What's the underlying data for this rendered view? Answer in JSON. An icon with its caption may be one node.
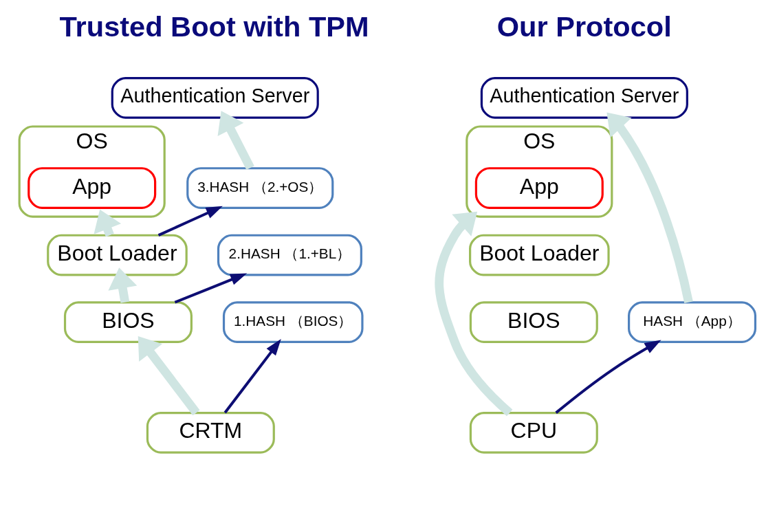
{
  "diagram": {
    "nodes": [
      {
        "text": [
          "Authentication Server"
        ]
      },
      {
        "text": [
          "OS"
        ]
      },
      {
        "text": [
          "App"
        ],
        "in": 1
      },
      {
        "text": [
          "Boot Loader"
        ]
      },
      {
        "text": [
          "BIOS"
        ]
      },
      {
        "text": [
          "CRTM"
        ]
      },
      {
        "text": [
          "3.HASH （2.+OS）"
        ]
      },
      {
        "text": [
          "2.HASH （1.+BL）"
        ]
      },
      {
        "text": [
          "1.HASH （BIOS）"
        ]
      },
      {
        "text": [
          "Authentication Server"
        ]
      },
      {
        "text": [
          "OS"
        ]
      },
      {
        "text": [
          "App"
        ],
        "in": 10
      },
      {
        "text": [
          "Boot Loader"
        ]
      },
      {
        "text": [
          "BIOS"
        ]
      },
      {
        "text": [
          "CPU"
        ]
      },
      {
        "text": [
          "HASH （App）"
        ]
      }
    ],
    "edges": [
      {
        "from": 5,
        "to": 4,
        "arrow": "to"
      },
      {
        "from": 4,
        "to": 3,
        "arrow": "to"
      },
      {
        "from": 3,
        "to": 1,
        "arrow": "to"
      },
      {
        "from": 6,
        "to": 0,
        "arrow": "to"
      },
      {
        "from": 3,
        "to": 6,
        "arrow": "to",
        "color": "#0d0d73"
      },
      {
        "from": 4,
        "to": 7,
        "arrow": "to",
        "color": "#0d0d73"
      },
      {
        "from": 5,
        "to": 8,
        "arrow": "to",
        "color": "#0d0d73"
      },
      {
        "from": 14,
        "to": 10,
        "arrow": "to"
      },
      {
        "from": 15,
        "to": 9,
        "arrow": "to"
      },
      {
        "from": 14,
        "to": 15,
        "arrow": "to",
        "color": "#0d0d73"
      }
    ],
    "labels": [
      "Trusted Boot with TPM",
      "Our Protocol"
    ]
  }
}
